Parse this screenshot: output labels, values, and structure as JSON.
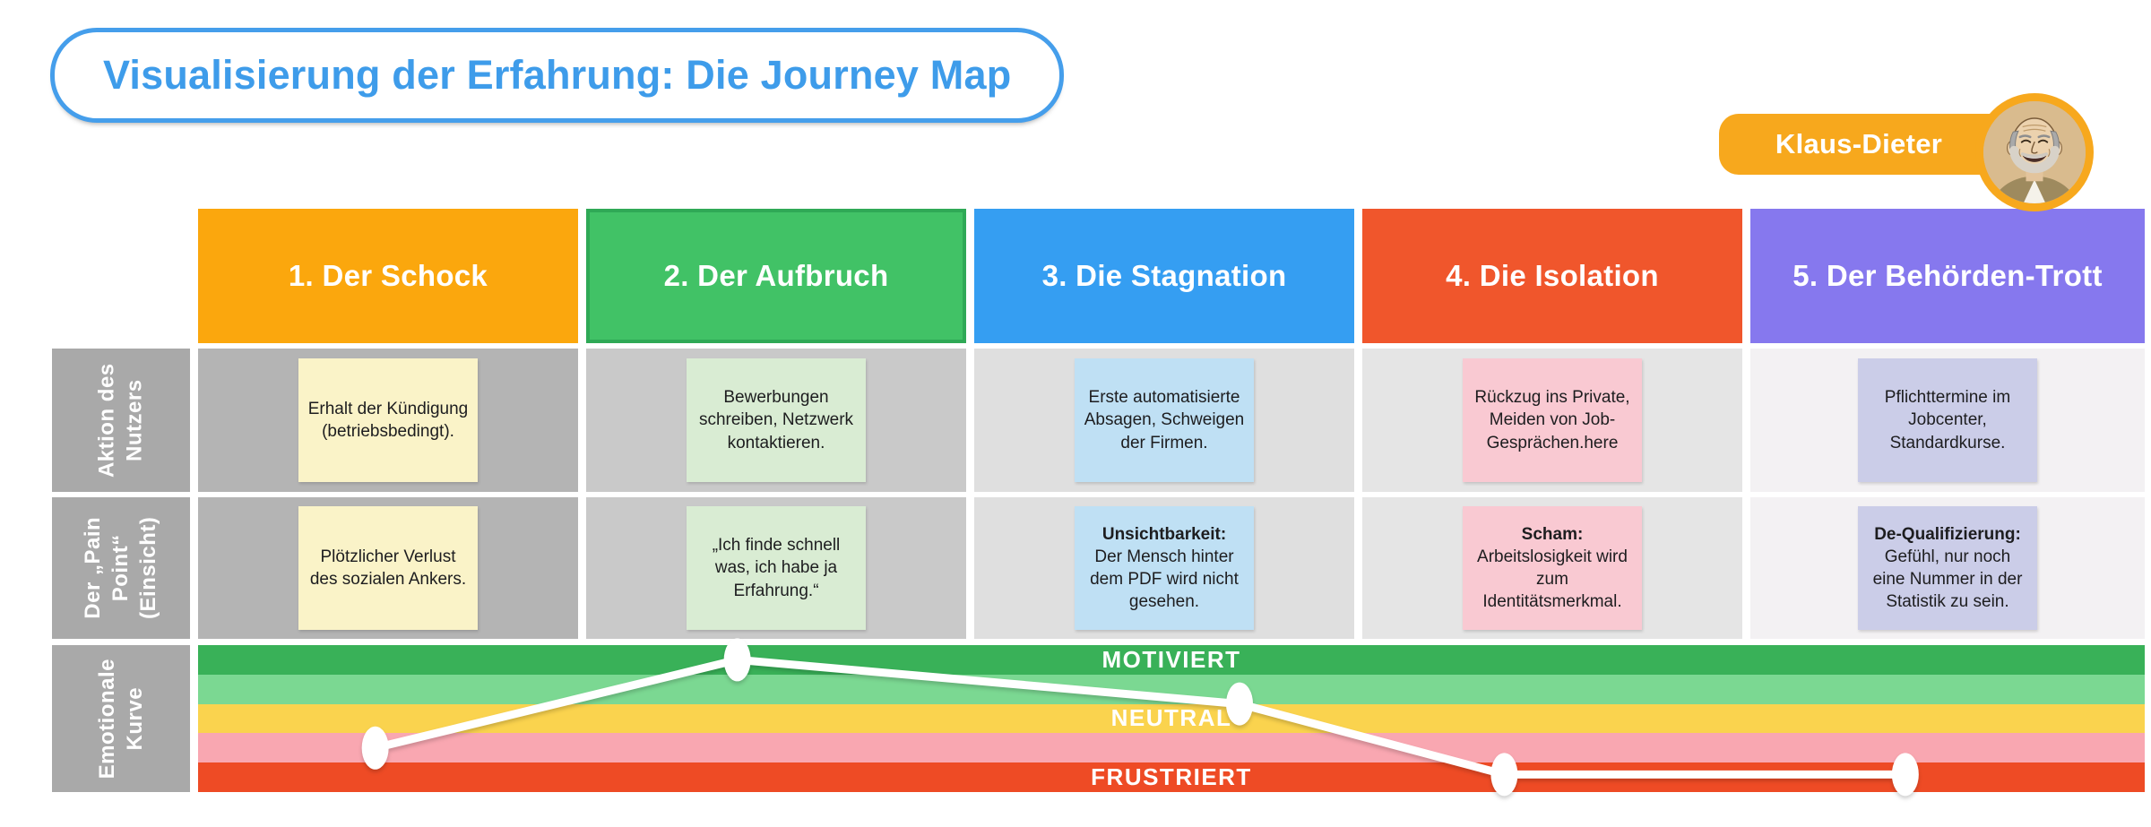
{
  "title": "Visualisierung der Erfahrung: Die Journey Map",
  "persona": {
    "name": "Klaus-Dieter",
    "avatar_icon": "smiling-elderly-man-avatar",
    "badge_color": "#F7A81D"
  },
  "colors": {
    "title_accent": "#3E9CEA",
    "row_label_bg": "#A9A9A9"
  },
  "rows": {
    "action": {
      "label": "Aktion des\nNutzers"
    },
    "pain": {
      "label": "Der „Pain Point“\n(Einsicht)"
    },
    "curve": {
      "label": "Emotionale\nKurve"
    }
  },
  "stages": [
    {
      "label": "1. Der Schock",
      "header_color": "#FBA70D",
      "header_border": null,
      "cell_bg": "#B4B4B4",
      "sticky_bg": "#FAF3C8",
      "action": {
        "lead": "",
        "text": "Erhalt der Kündigung (betriebsbedingt)."
      },
      "pain": {
        "lead": "",
        "text": "Plötzlicher Verlust des sozialen Ankers."
      }
    },
    {
      "label": "2. Der Aufbruch",
      "header_color": "#41C266",
      "header_border": "#2FA956",
      "cell_bg": "#C9C9C9",
      "sticky_bg": "#D9ECD3",
      "action": {
        "lead": "",
        "text": "Bewerbungen schreiben, Netzwerk kontaktieren."
      },
      "pain": {
        "lead": "",
        "text": "„Ich finde schnell was, ich habe ja Erfahrung.“"
      }
    },
    {
      "label": "3. Die Stagnation",
      "header_color": "#359EF2",
      "header_border": null,
      "cell_bg": "#DFDFDF",
      "sticky_bg": "#BFE0F4",
      "action": {
        "lead": "",
        "text": "Erste automatisierte Absagen, Schweigen der Firmen."
      },
      "pain": {
        "lead": "Unsichtbarkeit:",
        "text": "Der Mensch hinter dem PDF wird nicht gesehen."
      }
    },
    {
      "label": "4. Die Isolation",
      "header_color": "#F0562C",
      "header_border": null,
      "cell_bg": "#E5E5E5",
      "sticky_bg": "#F9C9D2",
      "action": {
        "lead": "",
        "text": "Rückzug ins Private, Meiden von Job-Gesprächen.here"
      },
      "pain": {
        "lead": "Scham:",
        "text": "Arbeitslosigkeit wird zum Identitätsmerkmal."
      }
    },
    {
      "label": "5. Der Behörden-Trott",
      "header_color": "#8678EE",
      "header_border": null,
      "cell_bg": "#F3F1F3",
      "sticky_bg": "#CBCDE8",
      "action": {
        "lead": "",
        "text": "Pflichttermine im Jobcenter, Standardkurse."
      },
      "pain": {
        "lead": "De-Qualifizierung:",
        "text": "Gefühl, nur noch eine Nummer in der Statistik zu sein."
      }
    }
  ],
  "chart_data": {
    "type": "line",
    "title": "Emotionale Kurve",
    "categories": [
      "1. Der Schock",
      "2. Der Aufbruch",
      "3. Die Stagnation",
      "4. Die Isolation",
      "5. Der Behörden-Trott"
    ],
    "series": [
      {
        "name": "Emotionale Kurve",
        "values": [
          -1,
          2,
          0.5,
          -1.9,
          -1.9
        ]
      }
    ],
    "bands": [
      {
        "label": "MOTIVIERT",
        "value": 2,
        "color": "#39B158"
      },
      {
        "label": "",
        "value": 1,
        "color": "#7BD892"
      },
      {
        "label": "NEUTRAL",
        "value": 0,
        "color": "#FAD34E"
      },
      {
        "label": "",
        "value": -1,
        "color": "#F9A7B1"
      },
      {
        "label": "FRUSTRIERT",
        "value": -2,
        "color": "#EE4B25"
      }
    ],
    "x_frac": [
      0.091,
      0.277,
      0.535,
      0.671,
      0.877
    ],
    "ylim": [
      -2.5,
      2.5
    ],
    "line_color": "#FFFFFF",
    "grid": false,
    "legend": false
  }
}
